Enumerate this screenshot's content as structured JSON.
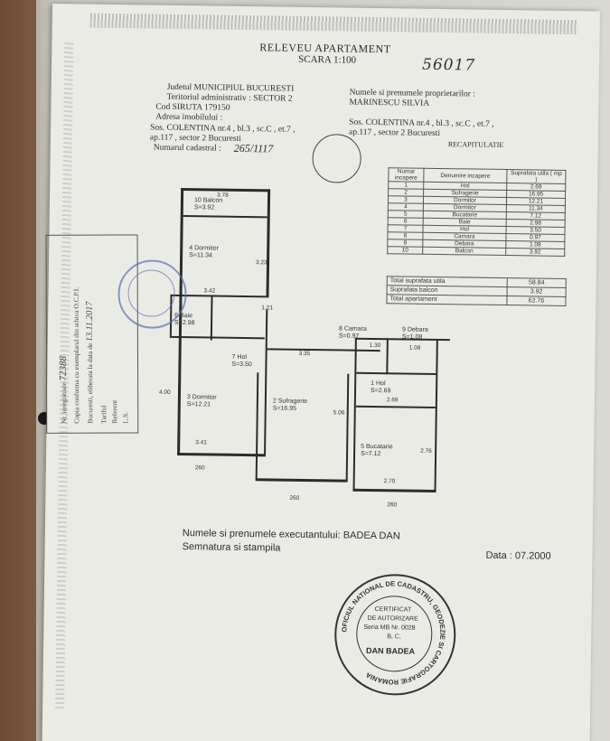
{
  "header": {
    "title": "RELEVEU APARTAMENT",
    "scale": "SCARA 1:100",
    "handwritten_number": "56017"
  },
  "info_left": {
    "line1": "Judetul MUNICIPIUL BUCURESTI",
    "line2": "Teritoriul administrativ : SECTOR 2",
    "line3": "Cod SIRUTA 179150",
    "line4": "Adresa imobilului :",
    "line5": "Sos. COLENTINA nr.4 , bl.3 , sc.C , et.7 ,",
    "line6": "ap.117 , sector 2 Bucuresti",
    "line7_label": "Numarul cadastral :",
    "line7_value": "265/1117"
  },
  "info_right": {
    "line1": "Numele si prenumele proprietarilor :",
    "line2": "MARINESCU SILVIA",
    "line3": "Sos. COLENTINA nr.4 , bl.3 , sc.C , et.7 ,",
    "line4": "ap.117 , sector 2 Bucuresti",
    "recap": "RECAPITULATIE"
  },
  "table": {
    "headers": [
      "Numar incapere",
      "Denumire incapere",
      "Suprafata utila ( mp )"
    ],
    "rows": [
      [
        "1",
        "Hol",
        "2.69"
      ],
      [
        "2",
        "Sufragerie",
        "16.95"
      ],
      [
        "3",
        "Dormitor",
        "12.21"
      ],
      [
        "4",
        "Dormitor",
        "11.34"
      ],
      [
        "5",
        "Bucatarie",
        "7.12"
      ],
      [
        "6",
        "Baie",
        "2.98"
      ],
      [
        "7",
        "Hol",
        "3.50"
      ],
      [
        "8",
        "Camara",
        "0.97"
      ],
      [
        "9",
        "Debara",
        "1.08"
      ],
      [
        "10",
        "Balcon",
        "3.92"
      ]
    ],
    "totals": [
      [
        "Total suprafata utila",
        "58.84"
      ],
      [
        "Suprafata balcon",
        "3.92"
      ],
      [
        "Total apartament",
        "62.76"
      ]
    ]
  },
  "plan": {
    "balcon": "Balcon",
    "balcon_num": "10",
    "balcon_s": "S=3.92",
    "dormitor4": "Dormitor",
    "dormitor4_num": "4",
    "dormitor4_s": "S=11.34",
    "baie": "Baie",
    "baie_num": "6",
    "baie_s": "S=2.98",
    "hol7": "Hol",
    "hol7_num": "7",
    "hol7_s": "S=3.50",
    "dormitor3": "Dormitor",
    "dormitor3_num": "3",
    "dormitor3_s": "S=12.21",
    "sufragerie": "Sufragerie",
    "sufragerie_num": "2",
    "sufragerie_s": "S=16.95",
    "camara": "Camara",
    "camara_num": "8",
    "camara_s": "S=0.97",
    "debara": "Debara",
    "debara_num": "9",
    "debara_s": "S=1.08",
    "hol1": "Hol",
    "hol1_num": "1",
    "hol1_s": "S=2.69",
    "bucatarie": "Bucatarie",
    "bucatarie_num": "5",
    "bucatarie_s": "S=7.12",
    "dims": {
      "d378": "3.78",
      "d342": "3.42",
      "d121": "1.21",
      "d335": "3.35",
      "d341": "3.41",
      "d400": "4.00",
      "d506": "5.06",
      "d269": "2.69",
      "d276": "2.76",
      "d270": "2.70",
      "d130": "1.30",
      "d108": "1.08",
      "d323": "3.23",
      "d260a": "260",
      "d260b": "260",
      "d260c": "260"
    }
  },
  "footer": {
    "executant": "Numele si prenumele executantului: BADEA DAN",
    "semnatura": "Semnatura si stampila",
    "data": "Data : 07.2000"
  },
  "stamp": {
    "ring": "OFICIUL NATIONAL DE CADASTRU, GEODEZIE SI CARTOGRAFIE ROMANIA",
    "l1": "CERTIFICAT",
    "l2": "DE AUTORIZARE",
    "l3": "Seria MB Nr. 0028",
    "l4": "B, C,",
    "l5": "DAN BADEA"
  },
  "side_stamp": {
    "l1": "Nr. inregistrare",
    "l1v": "72388",
    "l2": "Copia conforma cu exemplarul din arhiva O.C.P.I.",
    "l3": "Bucuresti, eliberata la data de",
    "l3v": "13.11.2017",
    "l4": "Tariful",
    "l5": "Referent",
    "l6": "L.S."
  }
}
